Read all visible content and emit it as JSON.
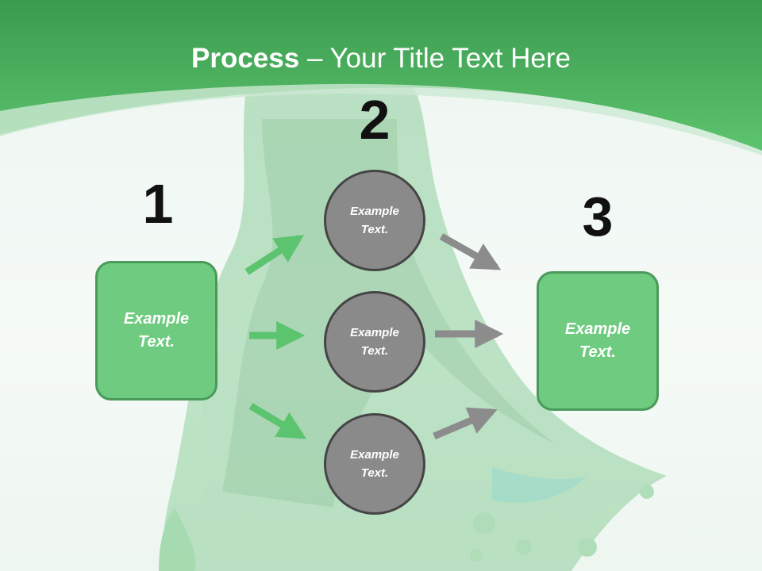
{
  "slide": {
    "title_bold": "Process",
    "title_rest": " – Your Title Text Here",
    "steps": [
      "1",
      "2",
      "3"
    ],
    "left_box": "Example Text.",
    "right_box": "Example Text.",
    "circles": [
      "Example Text.",
      "Example Text.",
      "Example Text."
    ]
  },
  "colors": {
    "header_green": "#4fbf63",
    "box_green": "#6ecb80",
    "box_border": "#4a9a5b",
    "circle_gray": "#8a8a8a",
    "circle_border": "#454545",
    "arrow_green": "#5cc46f",
    "arrow_gray": "#8c8c8c"
  }
}
